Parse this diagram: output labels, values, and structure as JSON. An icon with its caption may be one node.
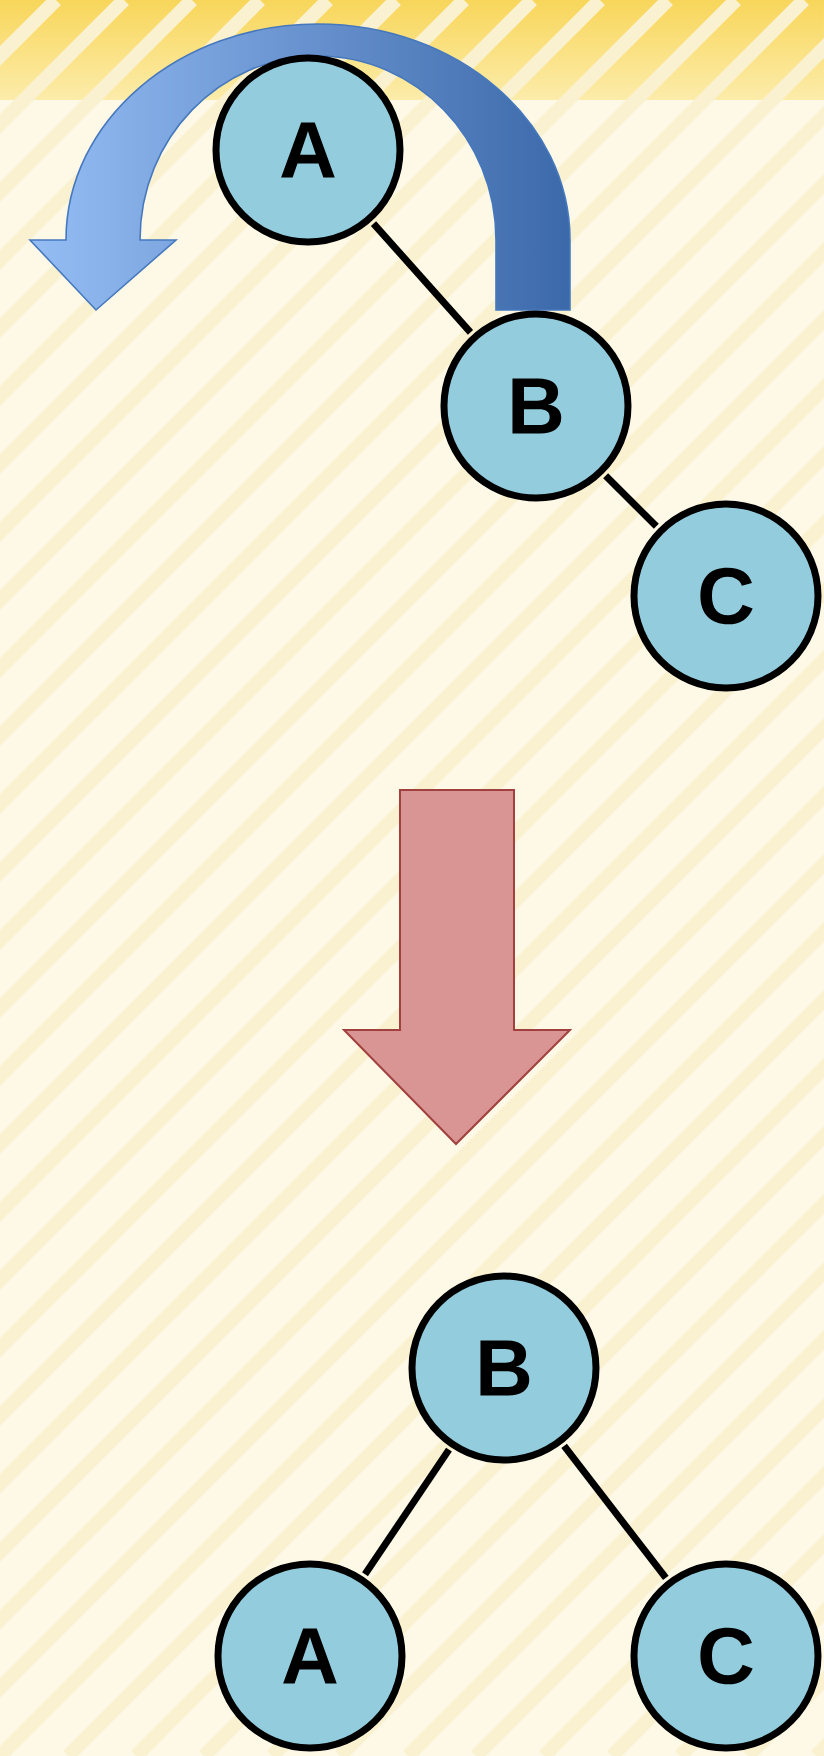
{
  "diagram": {
    "nodes": [
      {
        "text": [
          "A"
        ]
      },
      {
        "text": [
          "B"
        ]
      },
      {
        "text": [
          "C"
        ]
      },
      {
        "text": [
          "B"
        ]
      },
      {
        "text": [
          "A"
        ]
      },
      {
        "text": [
          "C"
        ]
      }
    ],
    "edges": [
      {
        "from": 0,
        "to": 1,
        "arrow": "none"
      },
      {
        "from": 1,
        "to": 2,
        "arrow": "none"
      },
      {
        "from": 3,
        "to": 4,
        "arrow": "none"
      },
      {
        "from": 3,
        "to": 5,
        "arrow": "none"
      }
    ]
  }
}
